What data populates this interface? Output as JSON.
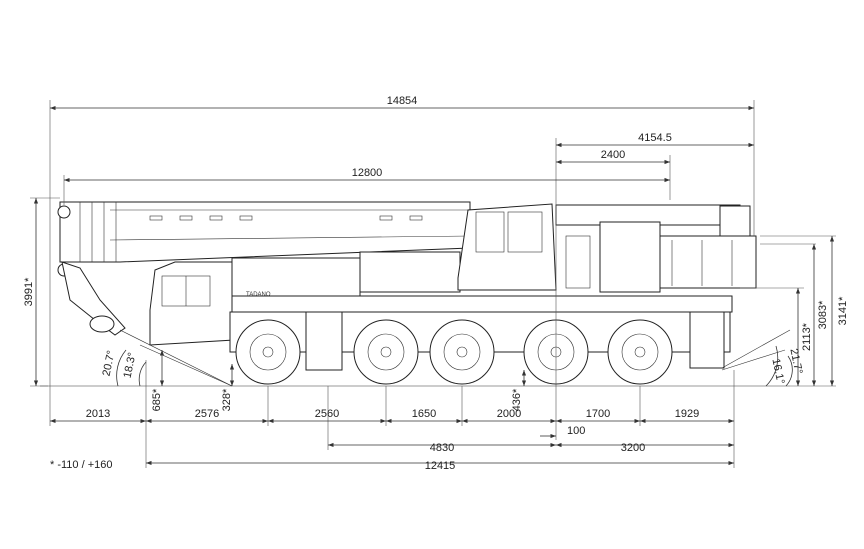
{
  "note": "* -110 / +160",
  "logo_text": "TADANO",
  "dimensions": {
    "overall_length": "14854",
    "rear_upper": "4154.5",
    "rear_lower": "2400",
    "boom_length": "12800",
    "front_overhang": "2013",
    "wb_1": "2576",
    "wb_2": "2560",
    "wb_3": "1650",
    "wb_4": "2000",
    "wb_5": "1700",
    "rear_overhang": "1929",
    "span_4830": "4830",
    "span_100": "100",
    "span_3200": "3200",
    "span_12415": "12415",
    "height_total": "3991*",
    "height_3141": "3141*",
    "height_3083": "3083*",
    "height_2113": "2113*",
    "ground_685": "685*",
    "ground_328": "328*",
    "ground_436": "436*",
    "angle_front_1": "20.7°",
    "angle_front_2": "18.3°",
    "angle_rear_1": "21.7°",
    "angle_rear_2": "16.1°"
  }
}
